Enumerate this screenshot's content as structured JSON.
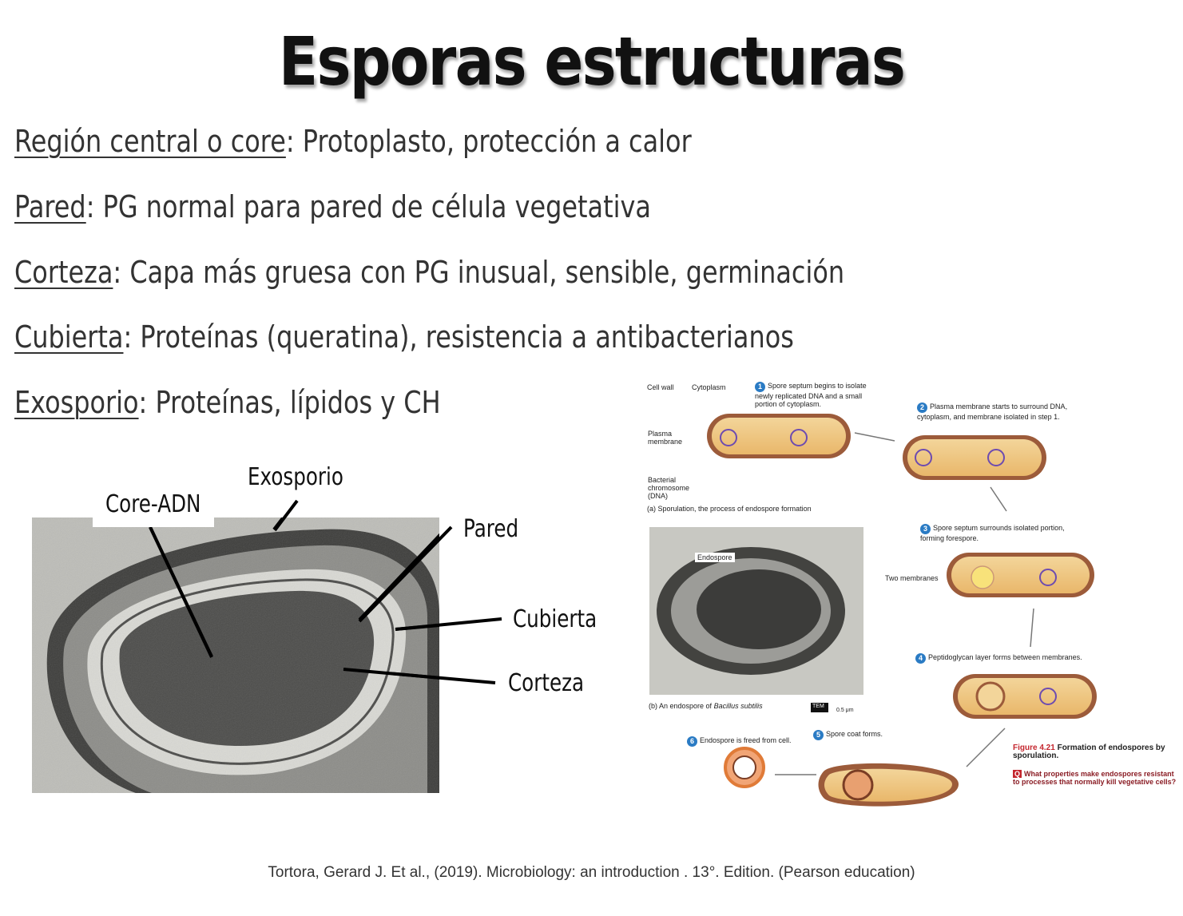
{
  "title": "Esporas estructuras",
  "lines": [
    {
      "term": "Región central o core",
      "desc": ": Protoplasto,   protección a calor"
    },
    {
      "term": "Pared",
      "desc": ": PG normal para pared de célula vegetativa"
    },
    {
      "term": "Corteza",
      "desc": ": Capa más gruesa con PG inusual, sensible, germinación"
    },
    {
      "term": "Cubierta",
      "desc": ": Proteínas (queratina), resistencia a antibacterianos"
    },
    {
      "term": "Exosporio",
      "desc": ": Proteínas, lípidos y CH"
    }
  ],
  "micrograph_labels": {
    "core": "Core-ADN",
    "exosporio": "Exosporio",
    "pared": "Pared",
    "cubierta": "Cubierta",
    "corteza": "Corteza"
  },
  "figure": {
    "cell_wall": "Cell wall",
    "cytoplasm": "Cytoplasm",
    "plasma_membrane": "Plasma membrane",
    "bacterial_chromosome": "Bacterial chromosome (DNA)",
    "caption_a": "(a) Sporulation, the process of endospore formation",
    "step1": "Spore septum begins to isolate newly replicated DNA and a small portion of cytoplasm.",
    "step2": "Plasma membrane starts to surround DNA, cytoplasm, and membrane isolated in step 1.",
    "step3": "Spore septum surrounds isolated portion, forming forespore.",
    "two_membranes": "Two membranes",
    "step4": "Peptidoglycan layer forms between membranes.",
    "step5": "Spore coat forms.",
    "step6": "Endospore is freed from cell.",
    "endospore": "Endospore",
    "caption_b_prefix": "(b) An endospore of ",
    "caption_b_species": "Bacillus subtilis",
    "tem": "TEM",
    "scale": "0.5 μm",
    "fig_number": "Figure 4.21",
    "fig_title": "Formation of endospores by sporulation.",
    "q_badge": "Q",
    "question": "What properties make endospores resistant to processes that normally kill vegetative cells?"
  },
  "citation": "Tortora, Gerard J.  Et al., (2019). Microbiology: an introduction . 13°. Edition. (Pearson education)"
}
